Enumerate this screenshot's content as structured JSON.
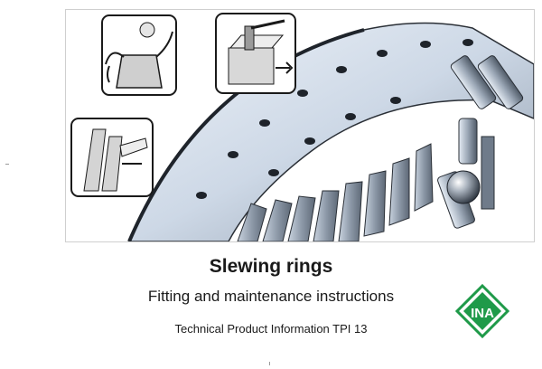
{
  "document": {
    "title": "Slewing rings",
    "subtitle": "Fitting and maintenance instructions",
    "product_info": "Technical Product Information TPI 13"
  },
  "brand": {
    "logo_text": "INA",
    "logo_color": "#1f9a49"
  },
  "colors": {
    "ring_light": "#dfe8f3",
    "ring_mid": "#b9c6d6",
    "ring_dark": "#7f8c9c",
    "ink": "#1a1a1a"
  }
}
